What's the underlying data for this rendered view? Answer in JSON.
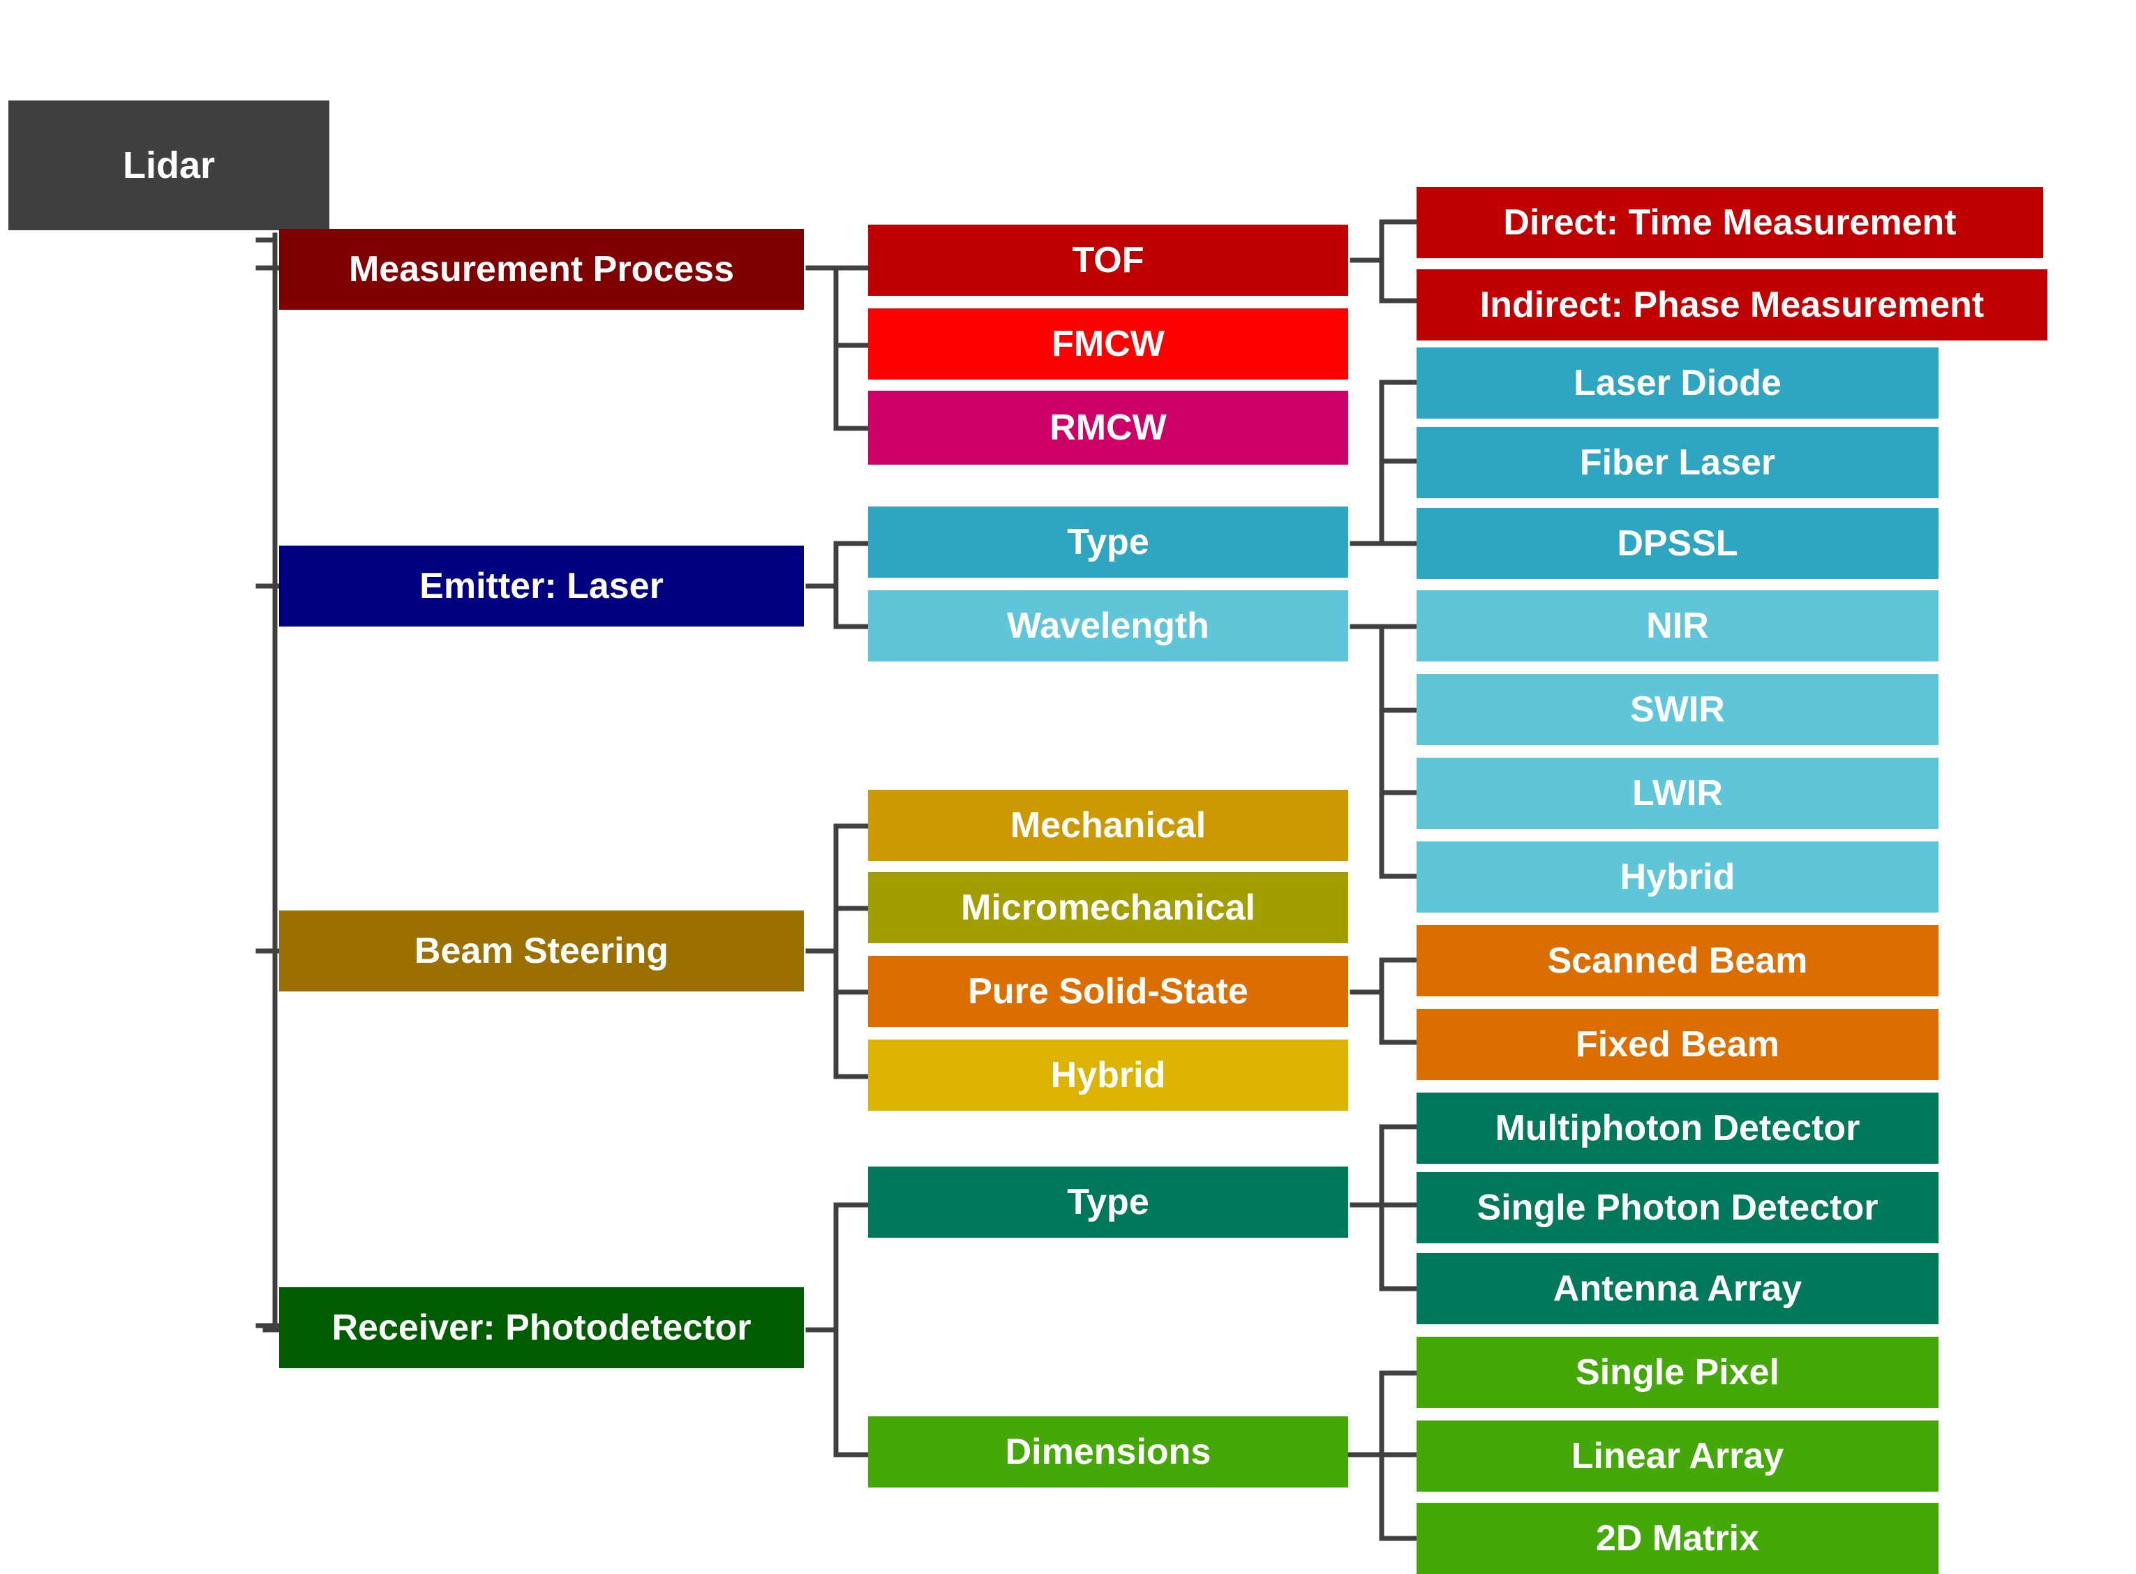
{
  "root": {
    "label": "Lidar",
    "color": "#404040"
  },
  "measurement": {
    "label": "Measurement Process",
    "color": "#7f0000",
    "tof": {
      "label": "TOF",
      "color": "#c00000",
      "direct": {
        "label": "Direct: Time Measurement",
        "color": "#c00000"
      },
      "indirect": {
        "label": "Indirect: Phase Measurement",
        "color": "#c00000"
      }
    },
    "fmcw": {
      "label": "FMCW",
      "color": "#ff0000"
    },
    "rmcw": {
      "label": "RMCW",
      "color": "#cc0066"
    }
  },
  "emitter": {
    "label": "Emitter: Laser",
    "color": "#000080",
    "type": {
      "label": "Type",
      "color": "#2ea6c1",
      "laser_diode": {
        "label": "Laser Diode",
        "color": "#2ea6c1"
      },
      "fiber_laser": {
        "label": "Fiber Laser",
        "color": "#2ea6c1"
      },
      "dpssl": {
        "label": "DPSSL",
        "color": "#2ea6c1"
      }
    },
    "wavelength": {
      "label": "Wavelength",
      "color": "#5fc5d8",
      "nir": {
        "label": "NIR",
        "color": "#5fc5d8"
      },
      "swir": {
        "label": "SWIR",
        "color": "#5fc5d8"
      },
      "lwir": {
        "label": "LWIR",
        "color": "#5fc5d8"
      },
      "hybrid": {
        "label": "Hybrid",
        "color": "#5fc5d8"
      }
    }
  },
  "beam": {
    "label": "Beam Steering",
    "color": "#9c7000",
    "mechanical": {
      "label": "Mechanical",
      "color": "#cc9900"
    },
    "micromechanical": {
      "label": "Micromechanical",
      "color": "#a39e00"
    },
    "pure_solid_state": {
      "label": "Pure Solid-State",
      "color": "#dc6e00",
      "scanned_beam": {
        "label": "Scanned Beam",
        "color": "#dc6e00"
      },
      "fixed_beam": {
        "label": "Fixed Beam",
        "color": "#dc6e00"
      }
    },
    "hybrid": {
      "label": "Hybrid",
      "color": "#dcb400"
    }
  },
  "receiver": {
    "label": "Receiver: Photodetector",
    "color": "#005c00",
    "type": {
      "label": "Type",
      "color": "#00785a",
      "multiphoton": {
        "label": "Multiphoton Detector",
        "color": "#00785a"
      },
      "single_photon": {
        "label": "Single Photon Detector",
        "color": "#00785a"
      },
      "antenna_array": {
        "label": "Antenna Array",
        "color": "#00785a"
      }
    },
    "dimensions": {
      "label": "Dimensions",
      "color": "#44a808",
      "single_pixel": {
        "label": "Single Pixel",
        "color": "#44a808"
      },
      "linear_array": {
        "label": "Linear Array",
        "color": "#44a808"
      },
      "matrix_2d": {
        "label": "2D Matrix",
        "color": "#44a808"
      }
    }
  },
  "line_color": "#404040"
}
